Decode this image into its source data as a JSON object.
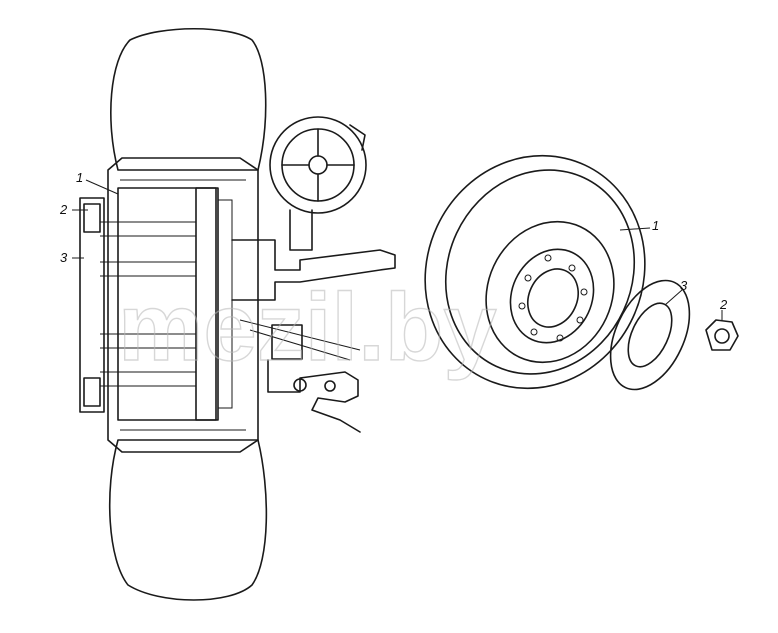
{
  "watermark": "mezil.by",
  "callouts": [
    "1",
    "2",
    "3",
    "1",
    "3",
    "2"
  ],
  "colors": {
    "line": "#1a1a1a",
    "watermark": "#b8b8b8",
    "background": "#ffffff"
  }
}
